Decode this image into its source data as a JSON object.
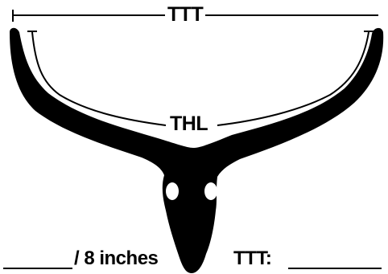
{
  "diagram": {
    "top_measure_label": "TTT",
    "curve_measure_label": "THL",
    "entry_unit_label": "/ 8 inches",
    "entry_ttt_label": "TTT:"
  },
  "colors": {
    "ink": "#000000",
    "paper": "#ffffff"
  }
}
